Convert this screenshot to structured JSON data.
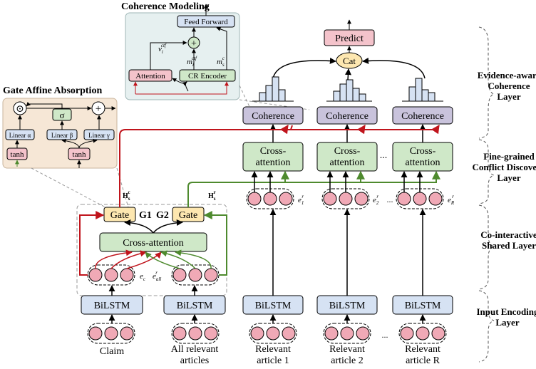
{
  "colors": {
    "blue_box": "#d6e2f3",
    "green_box": "#cfe8c8",
    "purple_box": "#c9c3dc",
    "pink_box": "#f4c3cb",
    "yellow_box": "#fde7b0",
    "circle_pink": "#f0a9b6",
    "red_arrow": "#c0141c",
    "green_arrow": "#4e8a2e",
    "gate_panel_bg": "#f6e7d6",
    "coherence_panel_bg": "#e6f0f0"
  },
  "layers": {
    "evidence": "Evidence-aware\nCoherence\nLayer",
    "conflict": "Fine-grained\nConflict Discovery\nLayer",
    "shared": "Co-interactive\nShared Layer",
    "input": "Input Encoding\nLayer"
  },
  "top": {
    "predict": "Predict",
    "cat": "Cat",
    "coherence": "Coherence",
    "cross_attention": "Cross-\nattention",
    "ellipsis": "..."
  },
  "shared_block": {
    "gate": "Gate",
    "g1": "G1",
    "g2": "G2",
    "cross_attention": "Cross-attention",
    "hsc": "H",
    "hsc_sub": "s",
    "hsc_sup": "c",
    "hsr": "H",
    "hsr_sub": "s",
    "hsr_sup": "r",
    "ec": "e",
    "ec_sub": "c",
    "eall": "e",
    "eall_sub": "all",
    "eall_sup": "r"
  },
  "evidence_labels": {
    "e1": "e",
    "e1_sub": "1",
    "e1_sup": "r",
    "e2": "e",
    "e2_sub": "2",
    "e2_sup": "r",
    "eR": "e",
    "eR_sub": "R",
    "eR_sup": "r"
  },
  "bilstm": "BiLSTM",
  "inputs": {
    "claim": "Claim",
    "all_relevant": "All relevant\narticles",
    "rel1": "Relevant\narticle 1",
    "rel2": "Relevant\narticle 2",
    "relR": "Relevant\narticle R",
    "ellipsis": "..."
  },
  "gate_panel": {
    "title": "Gate Affine Absorption",
    "dot": "⊙",
    "sigma": "σ",
    "plus": "+",
    "linear_alpha": "Linear α",
    "linear_beta": "Linear β",
    "linear_gamma": "Linear γ",
    "tanh": "tanh"
  },
  "coherence_panel": {
    "title": "Coherence Modeling",
    "feed_forward": "Feed Forward",
    "plus": "+",
    "attention": "Attention",
    "cr_encoder": "CR Encoder",
    "v": "v",
    "v_sub": "i",
    "v_sup": "ctf",
    "m1": "m",
    "m1_sub": "i",
    "m1_sup": "ctf",
    "m2": "m",
    "m2_sub": "s",
    "m2_sup": "c"
  }
}
